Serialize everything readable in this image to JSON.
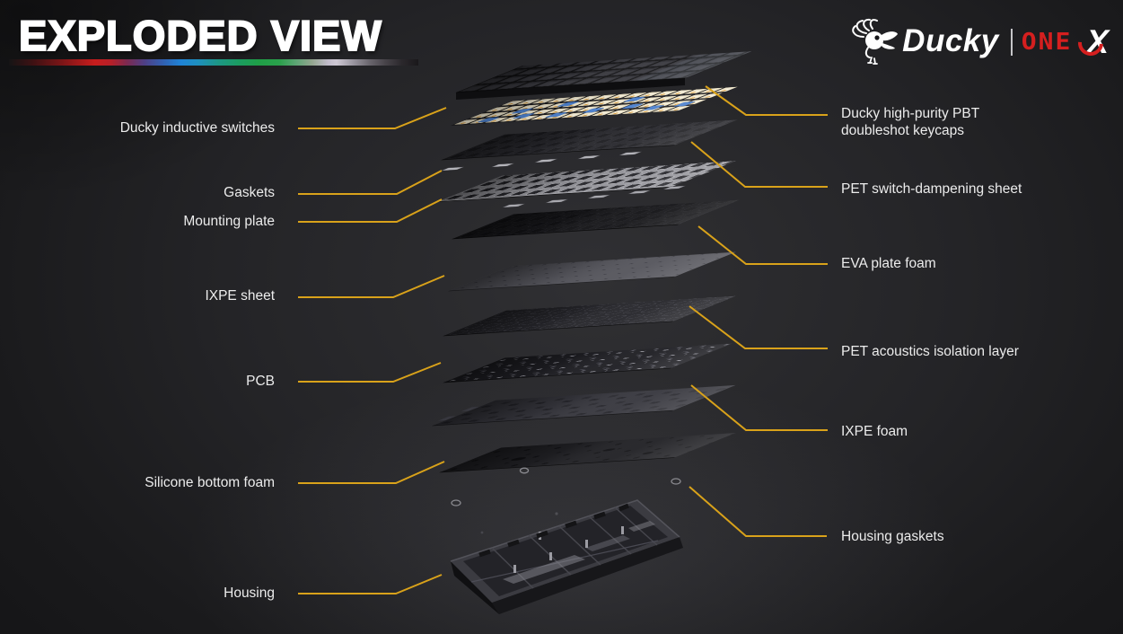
{
  "header": {
    "title": "EXPLODED VIEW",
    "brand": "Ducky",
    "model_word": "one",
    "model_letter": "X"
  },
  "callouts": {
    "left": [
      {
        "label": "Ducky inductive switches"
      },
      {
        "label": "Gaskets"
      },
      {
        "label": "Mounting plate"
      },
      {
        "label": "IXPE sheet"
      },
      {
        "label": "PCB"
      },
      {
        "label": "Silicone bottom foam"
      },
      {
        "label": "Housing"
      }
    ],
    "right": [
      {
        "label": "Ducky high-purity PBT doubleshot keycaps"
      },
      {
        "label": "PET switch-dampening sheet"
      },
      {
        "label": "EVA plate foam"
      },
      {
        "label": "PET acoustics isolation layer"
      },
      {
        "label": "IXPE foam"
      },
      {
        "label": "Housing gaskets"
      }
    ]
  },
  "colors": {
    "leader_line": "#d9a21a",
    "brand_red": "#d51f1f",
    "label_text": "#ececec",
    "title_text": "#ffffff"
  }
}
